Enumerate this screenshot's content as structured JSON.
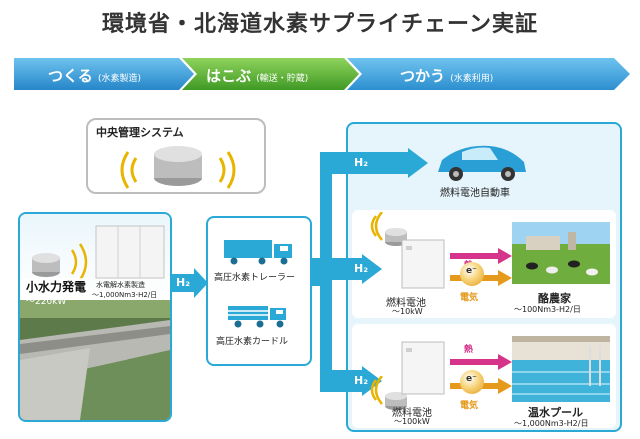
{
  "title": "環境省・北海道水素サプライチェーン実証",
  "banner": {
    "make": {
      "label": "つくる",
      "sub": "(水素製造)"
    },
    "carry": {
      "label": "はこぶ",
      "sub": "(輸送・貯蔵)"
    },
    "use": {
      "label": "つかう",
      "sub": "(水素利用)"
    }
  },
  "central": {
    "title": "中央管理システム"
  },
  "source": {
    "hydro_label": "小水力発電",
    "hydro_power": "～220kW",
    "production_label": "水電解水素製造",
    "production_capacity": "～1,000Nm3-H2/日"
  },
  "h2_symbol": "H₂",
  "transport": {
    "trailer": "高圧水素トレーラー",
    "curdle": "高圧水素カードル"
  },
  "uses": {
    "fcv": "燃料電池自動車",
    "farm": {
      "fuel_cell": "燃料電池",
      "fuel_cell_power": "～10kW",
      "heat": "熱",
      "electricity": "電気",
      "electron": "e⁻",
      "facility": "酪農家",
      "facility_amount": "～100Nm3-H2/日"
    },
    "pool": {
      "fuel_cell": "燃料電池",
      "fuel_cell_power": "～100kW",
      "heat": "熱",
      "electricity": "電気",
      "electron": "e⁻",
      "facility": "温水プール",
      "facility_amount": "～1,000Nm3-H2/日"
    }
  },
  "colors": {
    "banner_blue": "#2d9fd9",
    "banner_green": "#5cb531",
    "accent_blue": "#2aa9d6",
    "heat": "#d6338a",
    "electricity": "#e59a1c"
  }
}
